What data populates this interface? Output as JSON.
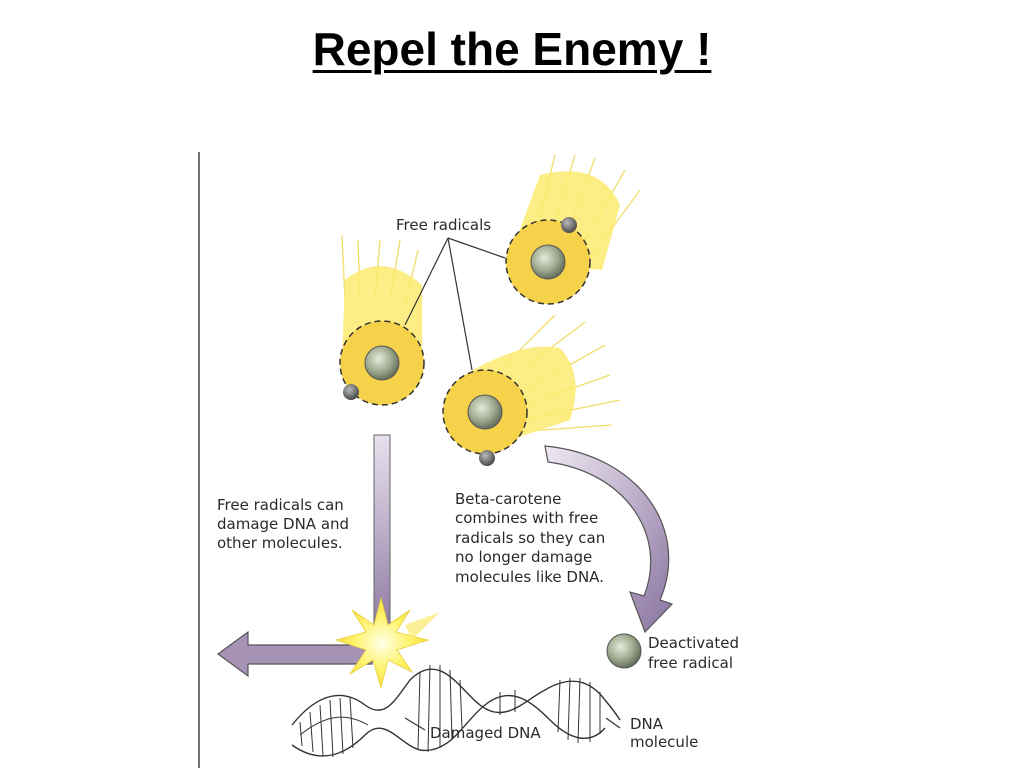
{
  "title": "Repel the Enemy !",
  "labels": {
    "free_radicals": "Free radicals",
    "damage_text": [
      "Free radicals can",
      "damage DNA and",
      "other molecules."
    ],
    "beta_text": [
      "Beta-carotene",
      "combines with free",
      "radicals so they can",
      "no longer damage",
      "molecules like DNA."
    ],
    "deactivated": [
      "Deactivated",
      "free radical"
    ],
    "damaged_dna": "Damaged DNA",
    "dna_molecule": [
      "DNA",
      "molecule"
    ]
  },
  "colors": {
    "glow": "#f9e45a",
    "radical_fill": "#f5d24a",
    "nucleus": "#9aa48a",
    "arrow": "#9a88a8",
    "electron": "#6b6b6b"
  }
}
